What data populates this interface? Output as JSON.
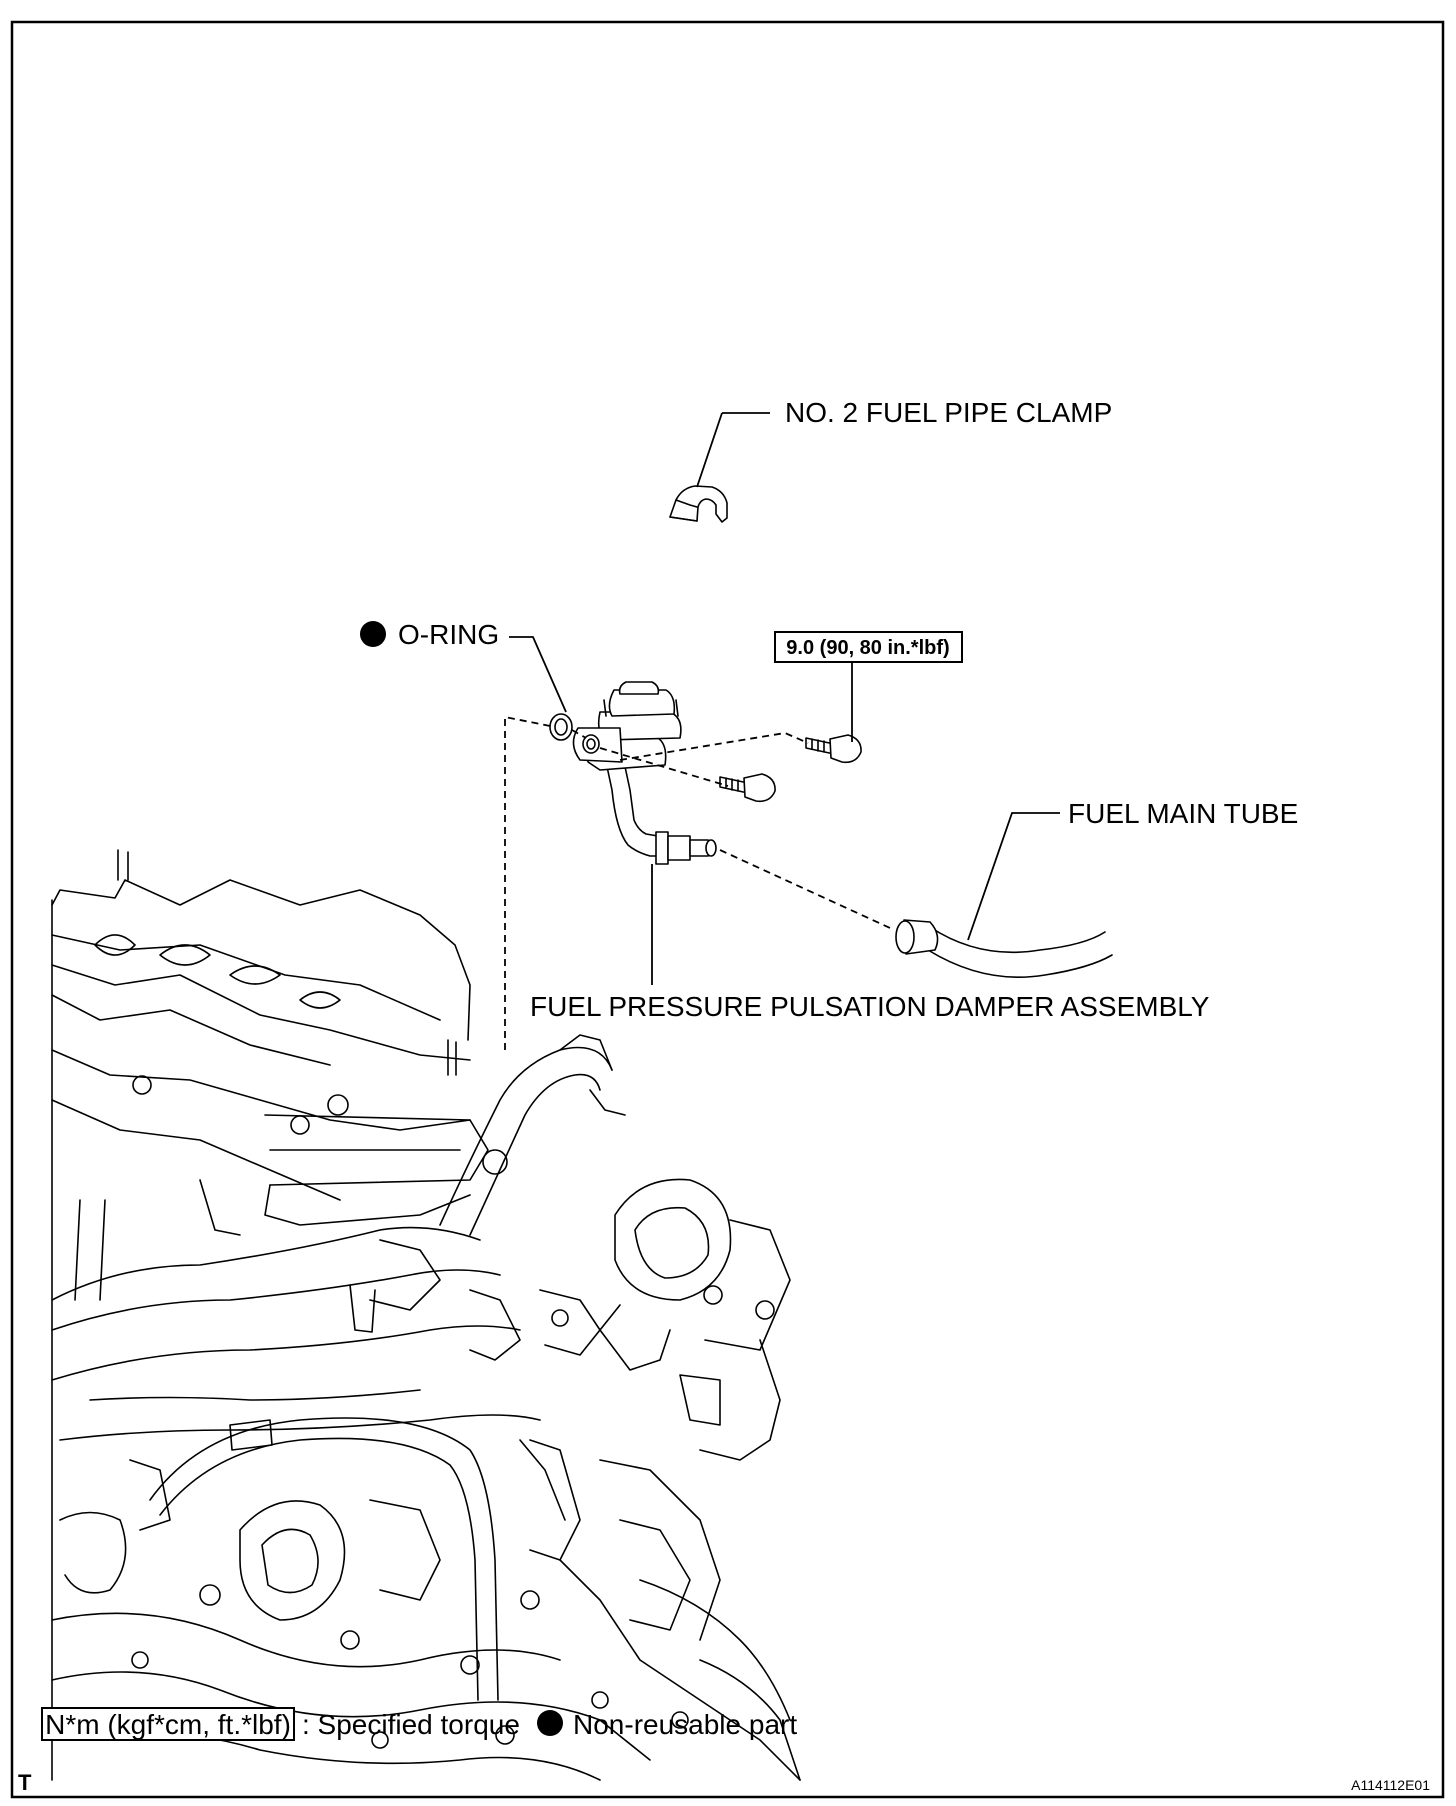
{
  "labels": {
    "clamp": "NO. 2 FUEL PIPE CLAMP",
    "oring": "O-RING",
    "torque": "9.0 (90, 80 in.*lbf)",
    "main_tube": "FUEL MAIN TUBE",
    "damper": "FUEL PRESSURE PULSATION DAMPER ASSEMBLY"
  },
  "legend": {
    "torque_unit": "N*m (kgf*cm, ft.*lbf)",
    "torque_text": ": Specified torque",
    "non_reusable_text": "Non-reusable part"
  },
  "corner_mark": "T",
  "figure_id": "A114112E01"
}
